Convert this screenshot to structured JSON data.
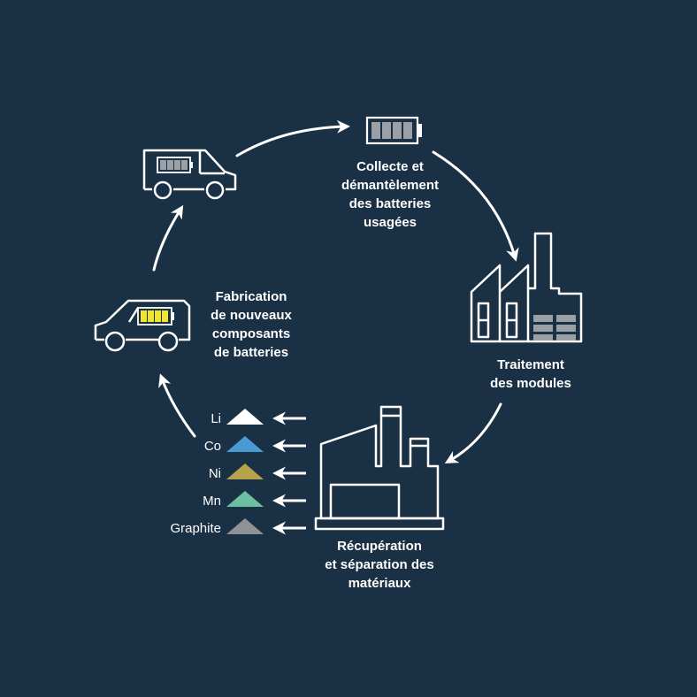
{
  "colors": {
    "background": "#1a3045",
    "line": "#ffffff",
    "battery_old": "#9aa0a6",
    "battery_new": "#f0e630"
  },
  "steps": {
    "collect": {
      "lines": [
        "Collecte et",
        "démantèlement",
        "des batteries",
        "usagées"
      ],
      "icon": "battery-icon"
    },
    "treatment": {
      "lines": [
        "Traitement",
        "des modules"
      ],
      "icon": "factory-icon"
    },
    "recovery": {
      "lines": [
        "Récupération",
        "et séparation des",
        "matériaux"
      ],
      "icon": "factory-icon"
    },
    "fabrication": {
      "lines": [
        "Fabrication",
        "de nouveaux",
        "composants",
        "de batteries"
      ],
      "icon": "car-icon"
    }
  },
  "materials": [
    {
      "name": "Li",
      "color": "#ffffff"
    },
    {
      "name": "Co",
      "color": "#4a9ad4"
    },
    {
      "name": "Ni",
      "color": "#b5a24a"
    },
    {
      "name": "Mn",
      "color": "#6cbfa0"
    },
    {
      "name": "Graphite",
      "color": "#8e9196"
    }
  ]
}
